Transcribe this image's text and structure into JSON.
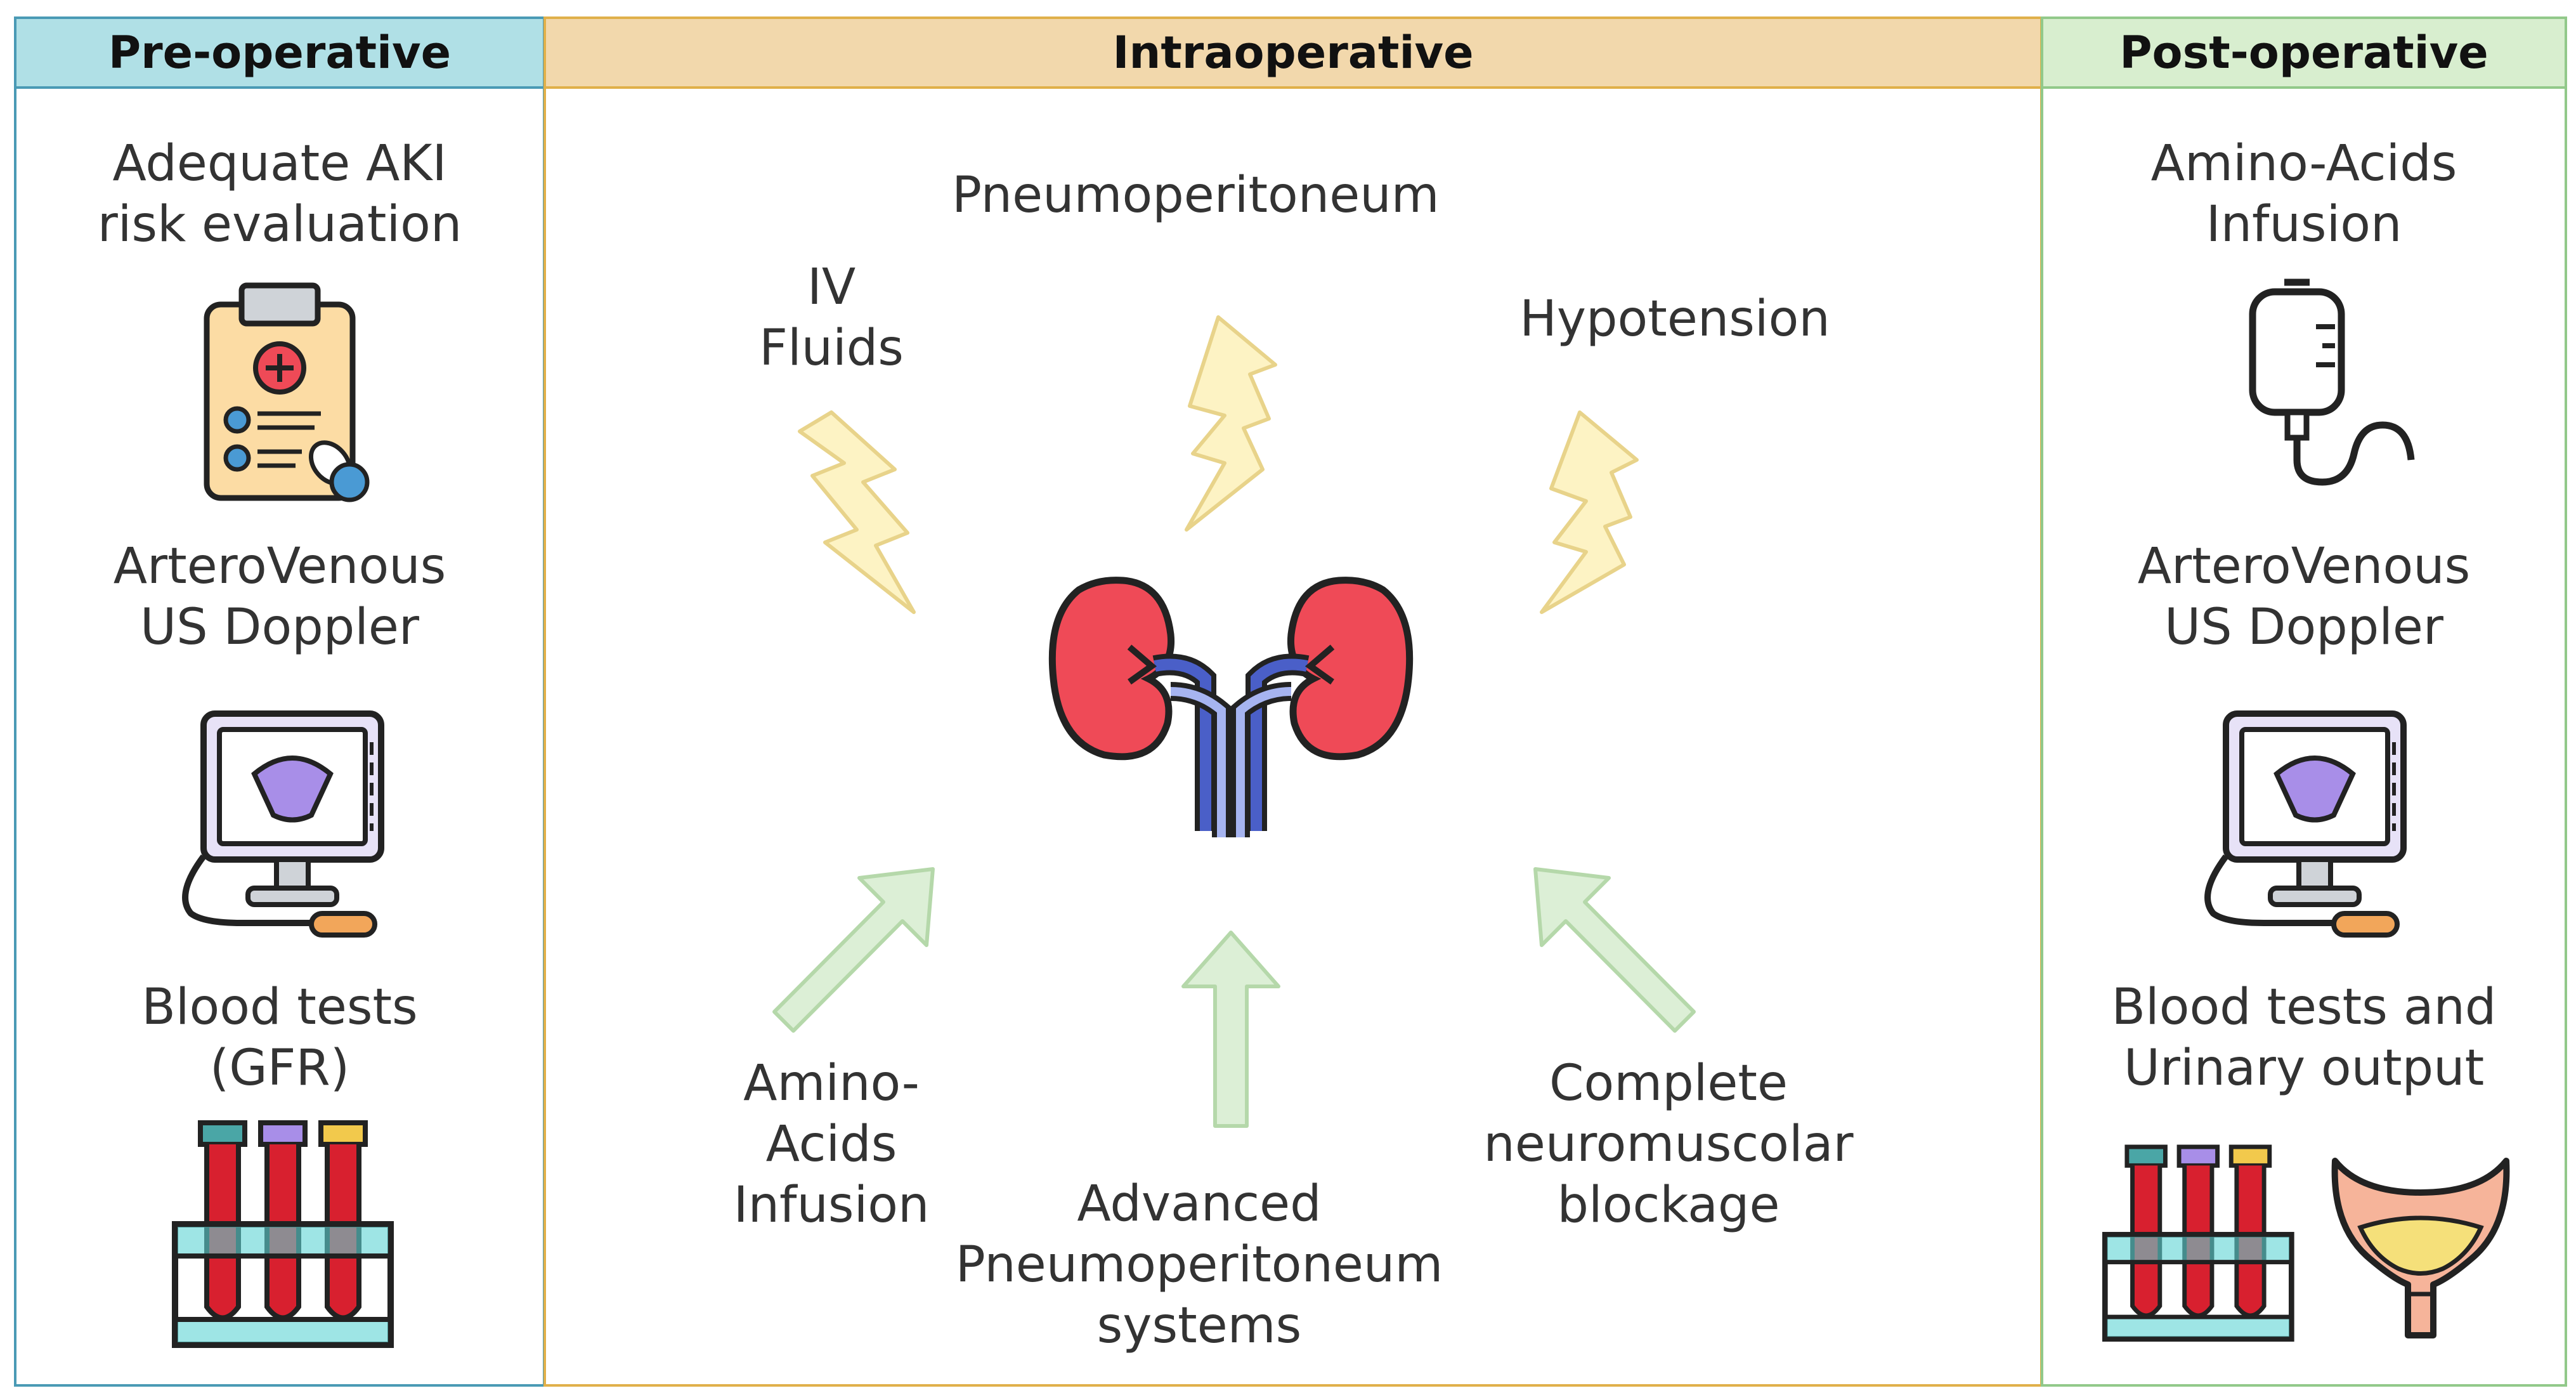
{
  "colors": {
    "pre_border": "#4a9ab5",
    "pre_header": "#b0e0e6",
    "intra_border": "#e0b04a",
    "intra_header": "#f2d8ac",
    "post_border": "#92c98a",
    "post_header": "#d8eecf",
    "bolt_fill": "#fdf3c4",
    "bolt_stroke": "#e8d38a",
    "arrow_fill": "#dcefd6",
    "arrow_stroke": "#b5d8aa",
    "kidney": "#ef4a57"
  },
  "pre": {
    "header": "Pre-operative",
    "label1": "Adequate AKI\nrisk evaluation",
    "icon1": "clipboard-icon",
    "label2": "ArteroVenous\nUS Doppler",
    "icon2": "ultrasound-monitor-icon",
    "label3": "Blood tests\n(GFR)",
    "icon3": "test-tubes-icon"
  },
  "intra": {
    "header": "Intraoperative",
    "bolt_top": "Pneumoperitoneum",
    "bolt_left": "IV\nFluids",
    "bolt_right": "Hypotension",
    "center_icon": "kidneys-icon",
    "arrow_left": "Amino-\nAcids\nInfusion",
    "arrow_center": "Advanced\nPneumoperitoneum\nsystems",
    "arrow_right": "Complete\nneuromuscolar\nblockage"
  },
  "post": {
    "header": "Post-operative",
    "label1": "Amino-Acids\nInfusion",
    "icon1": "iv-bag-icon",
    "label2": "ArteroVenous\nUS Doppler",
    "icon2": "ultrasound-monitor-icon",
    "label3": "Blood tests and\nUrinary output",
    "icon3a": "test-tubes-icon",
    "icon3b": "bladder-icon"
  }
}
